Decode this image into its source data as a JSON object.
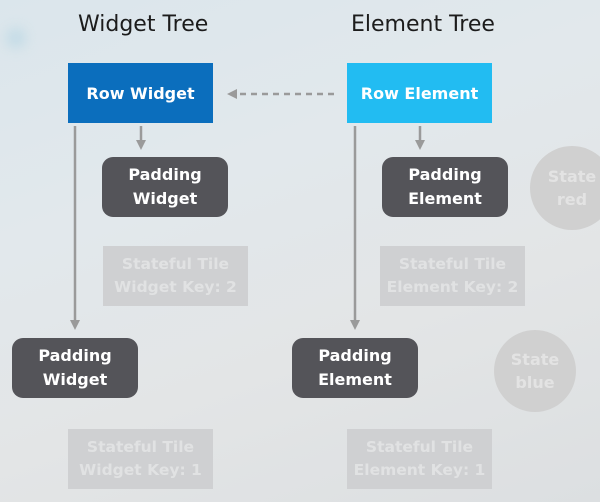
{
  "diagram": {
    "widget_tree_title": "Widget Tree",
    "element_tree_title": "Element Tree",
    "nodes": {
      "row_widget": "Row Widget",
      "row_element": "Row Element",
      "padding_widget_top": [
        "Padding",
        "Widget"
      ],
      "padding_element_top": [
        "Padding",
        "Element"
      ],
      "stateful_tile_widget_2": [
        "Stateful Tile",
        "Widget Key: 2"
      ],
      "stateful_tile_element_2": [
        "Stateful Tile",
        "Element Key: 2"
      ],
      "padding_widget_bottom": [
        "Padding",
        "Widget"
      ],
      "padding_element_bottom": [
        "Padding",
        "Element"
      ],
      "stateful_tile_widget_1": [
        "Stateful Tile",
        "Widget Key: 1"
      ],
      "stateful_tile_element_1": [
        "Stateful Tile",
        "Element Key: 1"
      ],
      "state_red": [
        "State",
        "red"
      ],
      "state_blue": [
        "State",
        "blue"
      ]
    },
    "colors": {
      "row_widget": "#0b6ebd",
      "row_element": "#22bcf2",
      "padding_node": "#545459",
      "ghost_node": "#cfd0d2",
      "arrow": "#9a9a9a"
    }
  }
}
